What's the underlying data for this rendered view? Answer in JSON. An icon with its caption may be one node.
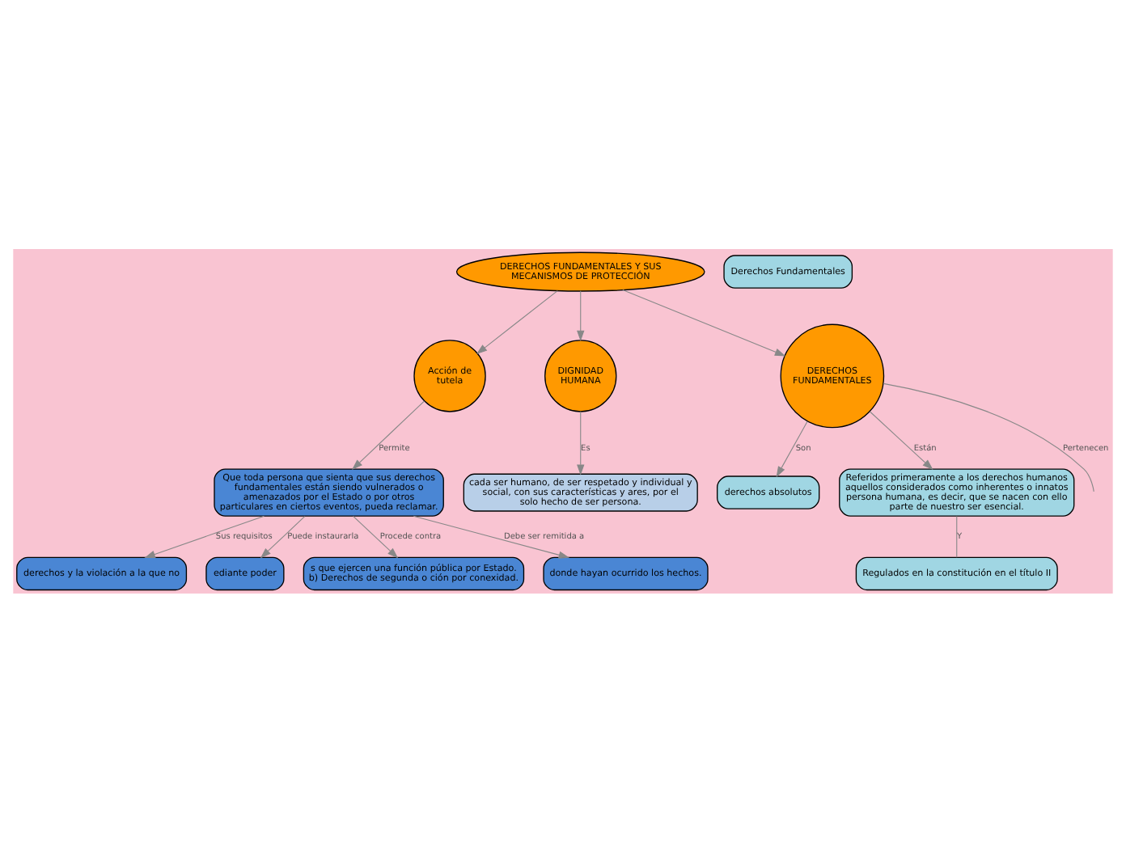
{
  "diagram": {
    "nodes": [
      {
        "text": [
          "DERECHOS FUNDAMENTALES Y SUS MECANISMOS DE PROTECCIÓN"
        ]
      },
      {
        "text": [
          "Acción de tutela"
        ]
      },
      {
        "text": [
          "Que toda persona que sienta que sus derechos fundamentales están siendo vulnerados o amenazados por el Estado o por otros particulares en ciertos eventos, pueda reclamar."
        ]
      },
      {
        "text": [
          "derechos y la violación a la que no"
        ]
      },
      {
        "text": [
          "ediante poder"
        ]
      },
      {
        "text": [
          "s que ejercen una función pública por Estado.  b) Derechos de segunda o ción por conexidad."
        ]
      },
      {
        "text": [
          "donde hayan ocurrido los hechos."
        ]
      },
      {
        "text": [
          "DIGNIDAD HUMANA"
        ]
      },
      {
        "text": [
          "cada ser humano, de ser respetado y individual y social, con sus características y ares, por el solo hecho de ser persona."
        ]
      },
      {
        "text": [
          "DERECHOS FUNDAMENTALES"
        ]
      },
      {
        "text": [
          "derechos absolutos"
        ]
      },
      {
        "text": [
          "Referidos primeramente a los derechos humanos aquellos considerados como inherentes o innatos persona humana, es decir, que se nacen con ello parte de nuestro ser esencial."
        ]
      },
      {
        "text": [
          "Regulados en la constitución en el título II"
        ]
      },
      {
        "text": [
          "Derechos Fundamentales"
        ]
      }
    ],
    "edges": [
      {
        "from": 0,
        "to": 1,
        "arrow": "to"
      },
      {
        "from": 0,
        "to": 7,
        "arrow": "to"
      },
      {
        "from": 0,
        "to": 9,
        "arrow": "to"
      },
      {
        "from": 1,
        "to": 2,
        "arrow": "to",
        "label": "Permite"
      },
      {
        "from": 2,
        "to": 3,
        "arrow": "to",
        "label": "Sus requisitos"
      },
      {
        "from": 2,
        "to": 4,
        "arrow": "to",
        "label": "Puede instaurarla"
      },
      {
        "from": 2,
        "to": 5,
        "arrow": "to",
        "label": "Procede contra"
      },
      {
        "from": 2,
        "to": 6,
        "arrow": "to",
        "label": "Debe ser remitida a"
      },
      {
        "from": 7,
        "to": 8,
        "arrow": "to",
        "label": "Es"
      },
      {
        "from": 9,
        "to": null,
        "arrow": "none",
        "label": "Pertenecen"
      },
      {
        "from": 9,
        "to": 10,
        "arrow": "to",
        "label": "Son"
      },
      {
        "from": 9,
        "to": 11,
        "arrow": "to",
        "label": "Están"
      },
      {
        "from": 11,
        "to": 12,
        "arrow": "none",
        "label": "Y"
      }
    ]
  }
}
